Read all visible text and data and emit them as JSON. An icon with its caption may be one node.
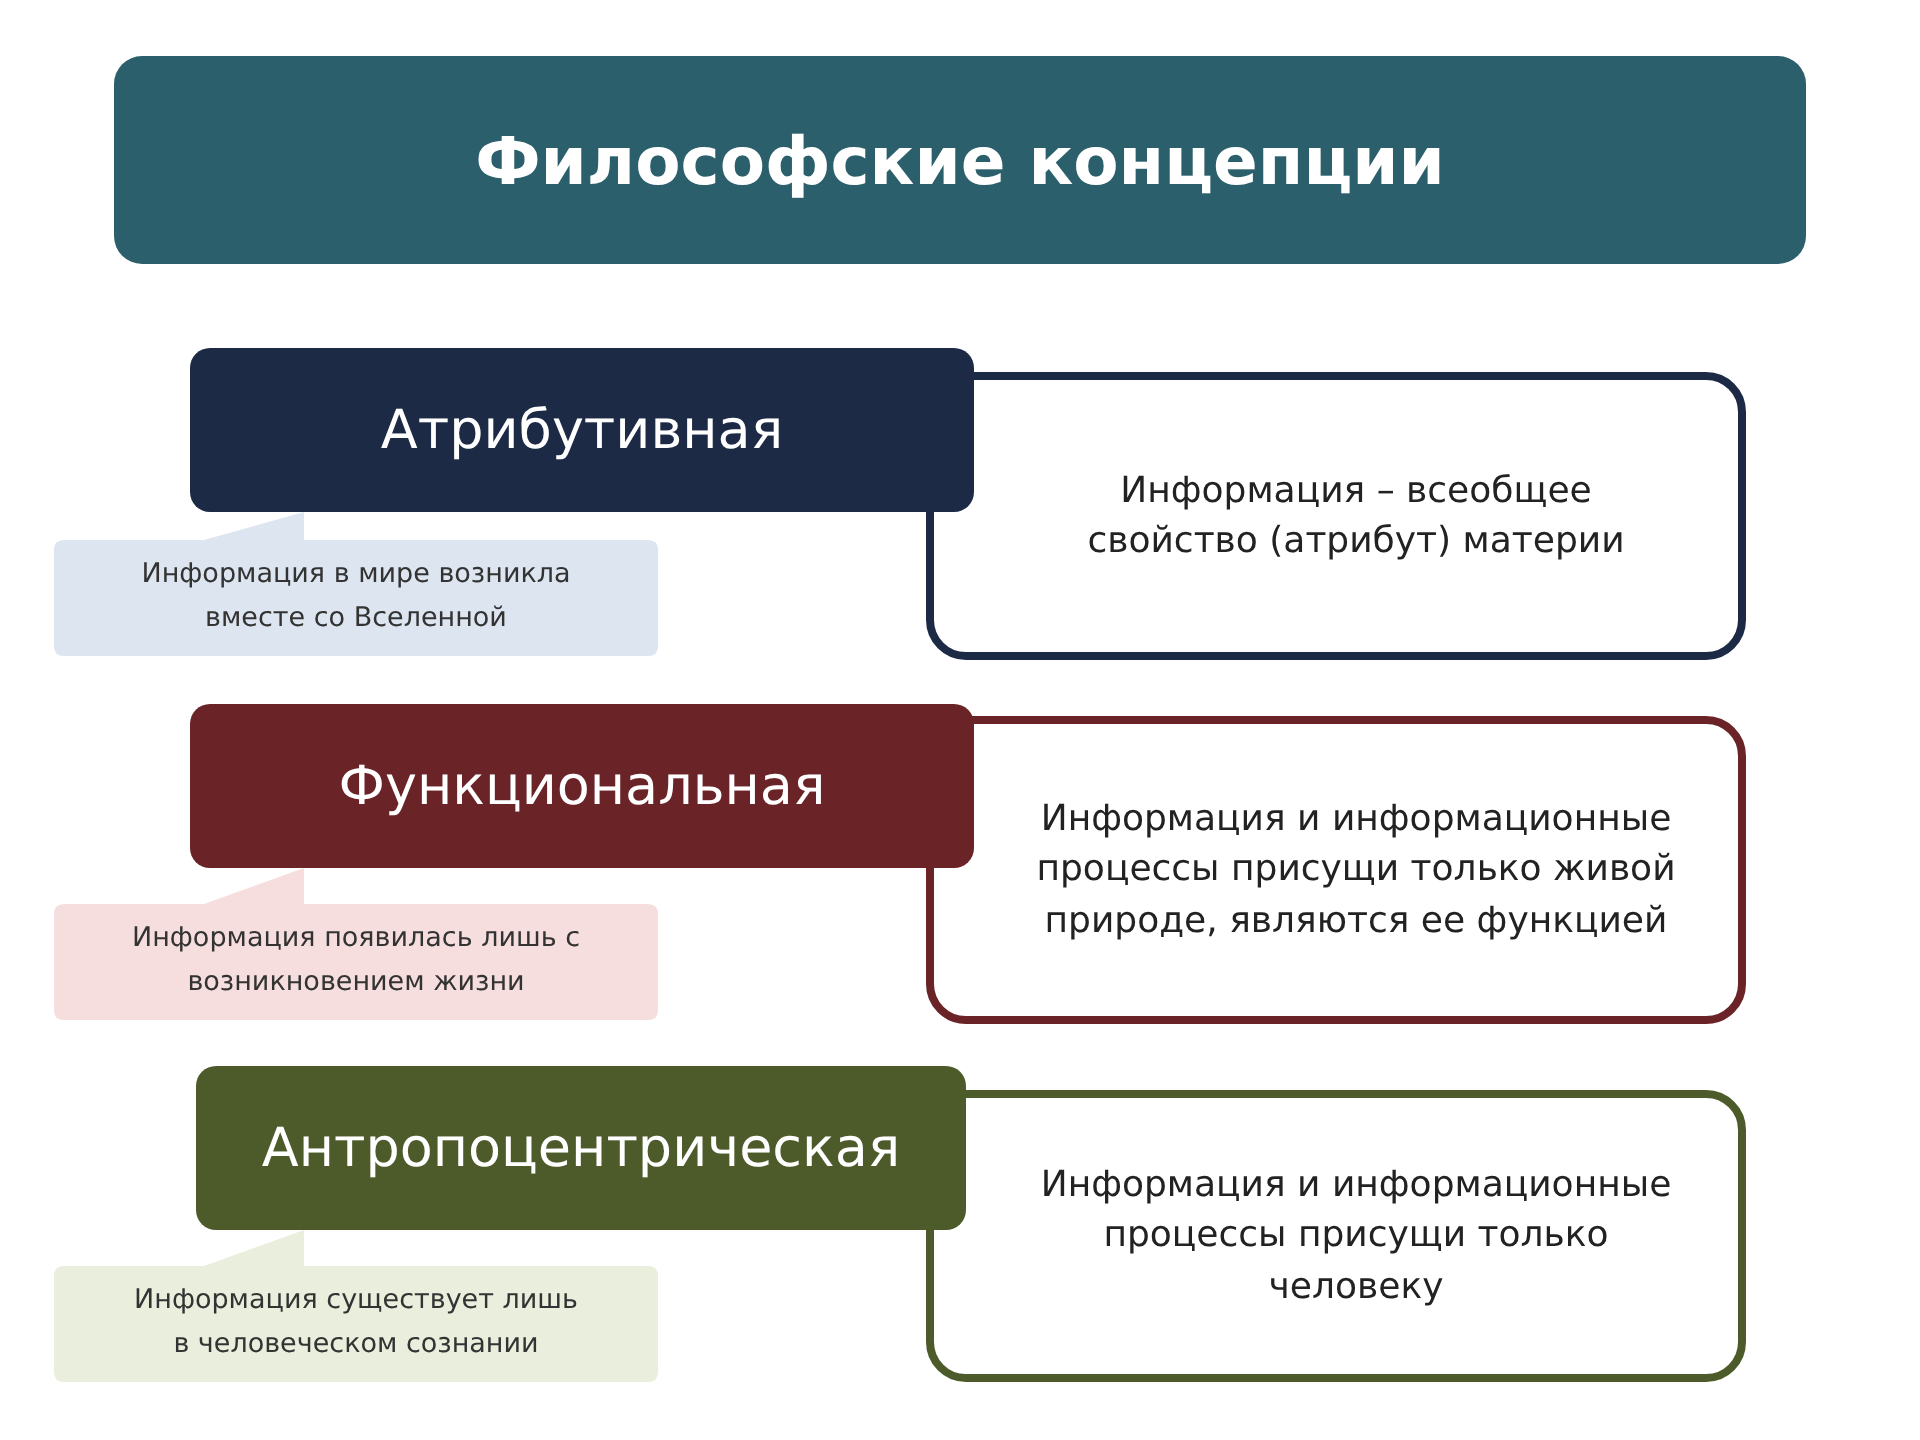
{
  "diagram": {
    "title": "Философские концепции",
    "nodes": [
      {
        "text": [
          "Атрибутивная"
        ]
      },
      {
        "text": [
          "Информация – всеобщее свойство (атрибут) материи"
        ]
      },
      {
        "text": [
          "Информация в мире возникла вместе со Вселенной"
        ]
      },
      {
        "text": [
          "Функциональная"
        ]
      },
      {
        "text": [
          "Информация и информационные процессы присущи только живой природе, являются ее функцией"
        ]
      },
      {
        "text": [
          "Информация появилась лишь с возникновением жизни"
        ]
      },
      {
        "text": [
          "Антропоцентрическая"
        ]
      },
      {
        "text": [
          "Информация и информационные процессы присущи только человеку"
        ]
      },
      {
        "text": [
          "Информация существует лишь в человеческом сознании"
        ]
      }
    ]
  }
}
